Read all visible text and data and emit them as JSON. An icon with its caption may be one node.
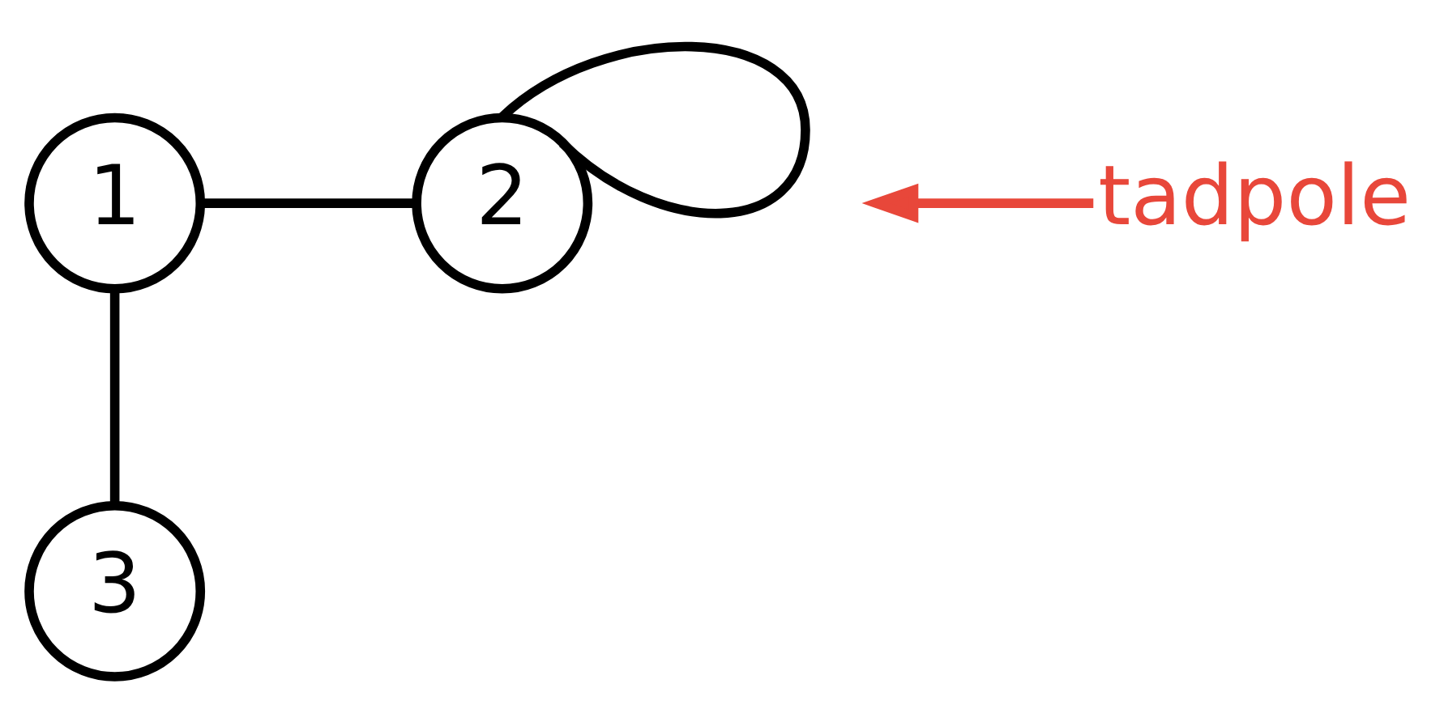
{
  "diagram": {
    "nodes": [
      {
        "text": [
          "1"
        ]
      },
      {
        "text": [
          "2"
        ]
      },
      {
        "text": [
          "3"
        ]
      },
      {
        "text": [
          "tadpole"
        ]
      }
    ],
    "edges": [
      {
        "from": 0,
        "to": 1,
        "arrow": "none"
      },
      {
        "from": 1,
        "to": 1,
        "arrow": "none"
      },
      {
        "from": 0,
        "to": 2,
        "arrow": "none"
      },
      {
        "from": 3,
        "to": null,
        "arrow": "to",
        "color": "#e8473a"
      }
    ]
  }
}
